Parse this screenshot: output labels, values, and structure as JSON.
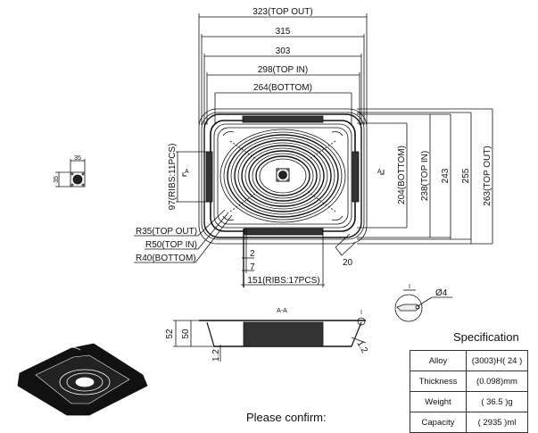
{
  "drawing": {
    "top_dims": {
      "top_out": "323(TOP OUT)",
      "d315": "315",
      "d303": "303",
      "top_in": "298(TOP IN)",
      "bottom": "264(BOTTOM)"
    },
    "right_dims": {
      "bottom": "204(BOTTOM)",
      "top_in": "238(TOP IN)",
      "d243": "243",
      "d255": "255",
      "top_out": "263(TOP OUT)"
    },
    "left_dims": {
      "ribs": "97(RIBS:11PCS)"
    },
    "radii": {
      "r35": "R35(TOP OUT)",
      "r50": "R50(TOP IN)",
      "r40": "R40(BOTTOM)"
    },
    "bottom_dims": {
      "d2": "2",
      "d7": "7",
      "ribs": "151(RIBS:17PCS)",
      "d20": "20"
    },
    "section_marker": "A",
    "detail_label": "35",
    "section": {
      "title": "A-A",
      "d52": "52",
      "d50": "50",
      "d12a": "1.2",
      "d12b": "1.2",
      "detail_mark": "I"
    },
    "detail": {
      "mark": "I",
      "diameter": "Ø4"
    }
  },
  "specification": {
    "title": "Specification",
    "rows": [
      {
        "label": "Alloy",
        "value": "(3003)H( 24 )"
      },
      {
        "label": "Thickness",
        "value": "(0.098)mm"
      },
      {
        "label": "Weight",
        "value": "( 36.5 )g"
      },
      {
        "label": "Capacity",
        "value": "( 2935 )ml"
      }
    ]
  },
  "footer": {
    "confirm": "Please confirm:"
  }
}
